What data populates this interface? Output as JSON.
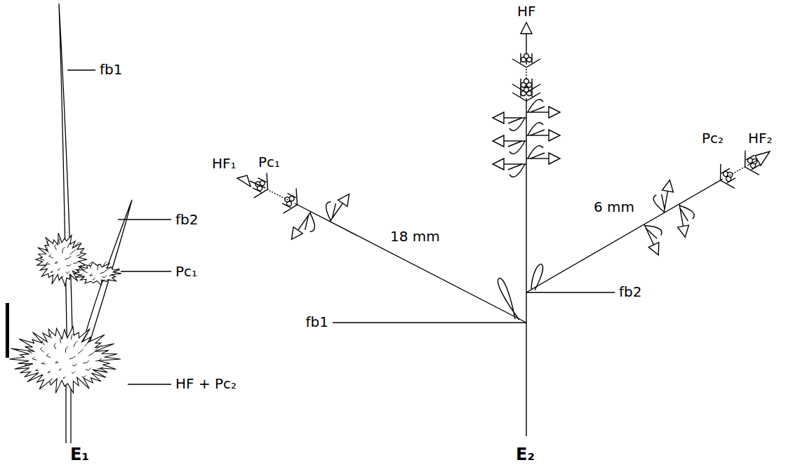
{
  "diagram": {
    "labels": [
      "fb1",
      "fb2",
      "Pc₁",
      "HF + Pc₂",
      "E₁",
      "HF",
      "HF₁",
      "Pc₁",
      "Pc₂",
      "HF₂",
      "18 mm",
      "6 mm",
      "fb2",
      "fb1",
      "E₂"
    ]
  }
}
